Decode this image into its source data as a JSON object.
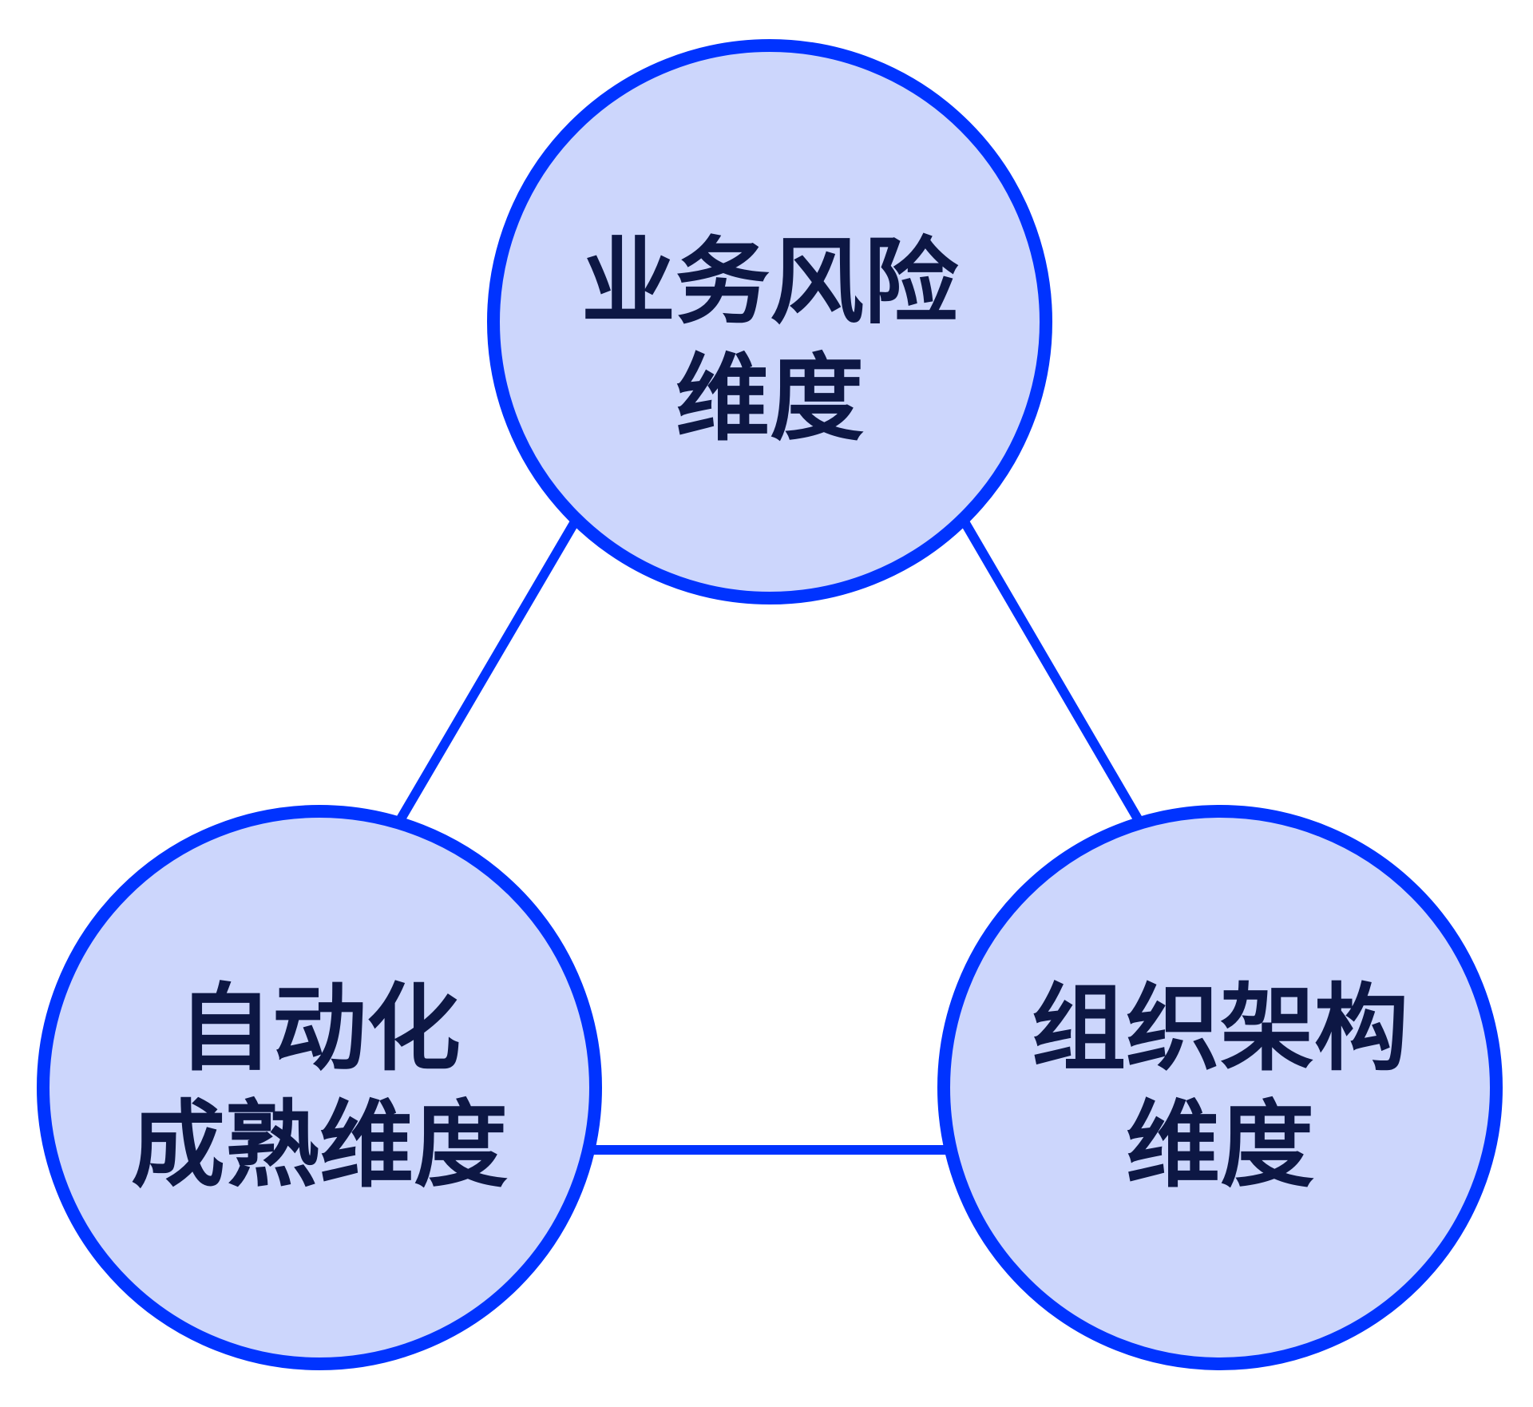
{
  "colors": {
    "background": "#ffffff",
    "node_fill": "#ccd6fc",
    "node_stroke": "#0033ff",
    "connector": "#0033ff",
    "text": "#0d1744"
  },
  "nodes": {
    "top": {
      "line1": "业务风险",
      "line2": "维度"
    },
    "left": {
      "line1": "自动化",
      "line2": "成熟维度"
    },
    "right": {
      "line1": "组织架构",
      "line2": "维度"
    }
  }
}
